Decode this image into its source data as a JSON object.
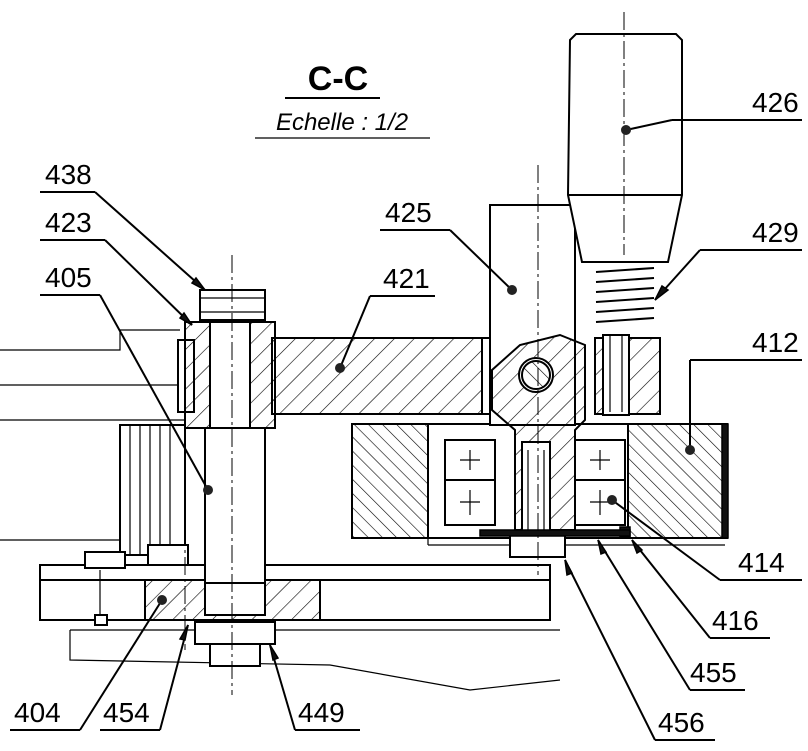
{
  "view": {
    "title": "C-C",
    "scale": "Echelle : 1/2"
  },
  "callouts": [
    {
      "id": "c426",
      "text": "426"
    },
    {
      "id": "c429",
      "text": "429"
    },
    {
      "id": "c412",
      "text": "412"
    },
    {
      "id": "c425",
      "text": "425"
    },
    {
      "id": "c438",
      "text": "438"
    },
    {
      "id": "c423",
      "text": "423"
    },
    {
      "id": "c405",
      "text": "405"
    },
    {
      "id": "c421",
      "text": "421"
    },
    {
      "id": "c414",
      "text": "414"
    },
    {
      "id": "c416",
      "text": "416"
    },
    {
      "id": "c455",
      "text": "455"
    },
    {
      "id": "c456",
      "text": "456"
    },
    {
      "id": "c404",
      "text": "404"
    },
    {
      "id": "c454",
      "text": "454"
    },
    {
      "id": "c449",
      "text": "449"
    }
  ]
}
